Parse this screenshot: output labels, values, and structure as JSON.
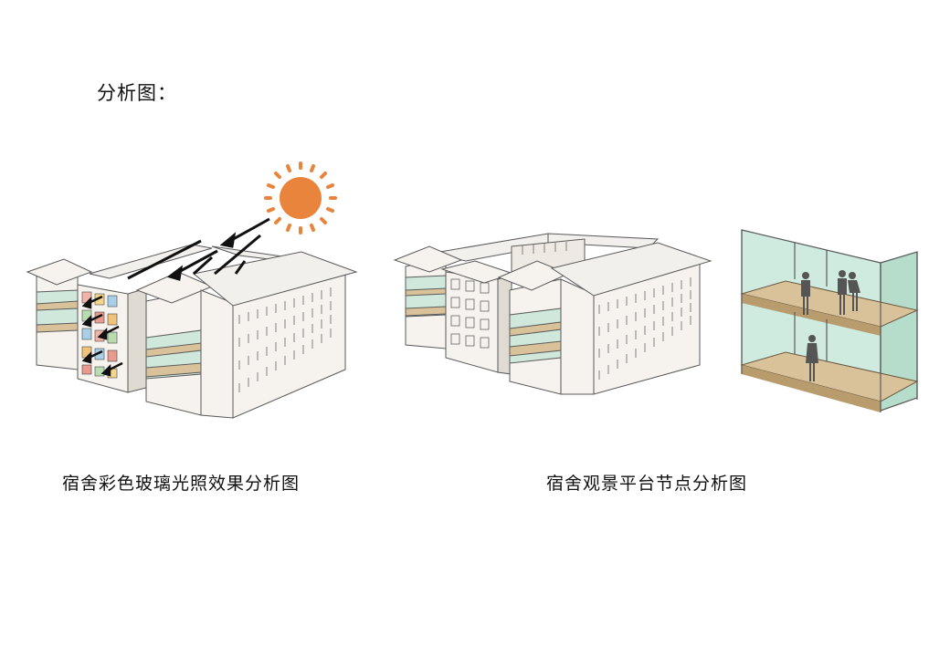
{
  "page": {
    "title": "分析图：",
    "captions": {
      "left": "宿舍彩色玻璃光照效果分析图",
      "right": "宿舍观景平台节点分析图"
    }
  },
  "colors": {
    "sun": "#e8843c",
    "glass": "#bfe3d3",
    "wood": "#d9c29a",
    "wall": "#f6f3ee",
    "line": "#5a5a5a",
    "stained_glass": [
      "#f2b4a8",
      "#f4d58a",
      "#a9cfe8",
      "#e89a8e",
      "#b8dcb0",
      "#f0c27a"
    ]
  },
  "icons": [
    "sun-icon",
    "light-arrow-icon",
    "person-silhouette-icon"
  ]
}
